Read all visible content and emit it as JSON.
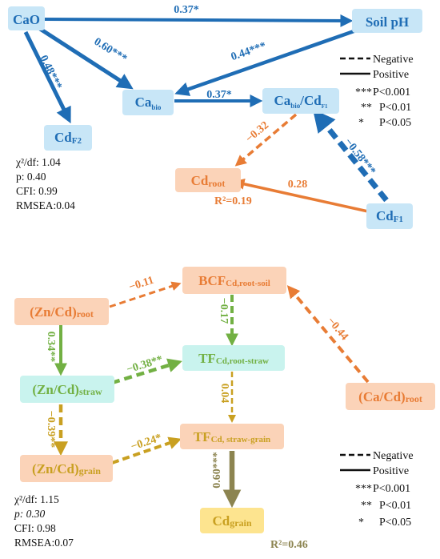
{
  "colors": {
    "blue": "#1f6db5",
    "blue_box": "#c8e6f7",
    "orange": "#e87c35",
    "orange_box": "#fbd3b8",
    "green": "#72b043",
    "cyan_box": "#c9f3ee",
    "gold": "#c9a021",
    "olive": "#8c8450",
    "yellow_box": "#fde48f",
    "text_dark": "#1a1a1a"
  },
  "top_panel": {
    "nodes": {
      "cao": "CaO",
      "soil_ph": "Soil pH",
      "cabio_base": "Ca",
      "cabio_sub": "bio",
      "ratio_ca": "Ca",
      "ratio_ca_sub": "bio",
      "ratio_slash": "/Cd",
      "ratio_cd_sub": "F1",
      "cdf2_base": "Cd",
      "cdf2_sub": "F2",
      "cdroot_base": "Cd",
      "cdroot_sub": "root",
      "cdf1_base": "Cd",
      "cdf1_sub": "F1"
    },
    "paths": {
      "cao_soilph": "0.37*",
      "cao_cabio": "0.60***",
      "cao_cdf2": "0.48***",
      "soilph_cabio": "0.44***",
      "cabio_ratio": "0.37*",
      "ratio_cdroot": "−0.32",
      "cdf1_ratio": "−0.58***",
      "cdf1_cdroot": "0.28"
    },
    "r2": "R²=0.19",
    "stats": [
      "χ²/df: 1.04",
      "p: 0.40",
      "CFI: 0.99",
      "RMSEA:0.04"
    ],
    "legend": {
      "negative": "Negative",
      "positive": "Positive",
      "sig": [
        {
          "stars": "***",
          "label": "P<0.001"
        },
        {
          "stars": "**",
          "label": "P<0.01"
        },
        {
          "stars": "*",
          "label": "P<0.05"
        }
      ]
    }
  },
  "bottom_panel": {
    "nodes": {
      "zncd_root": "(Zn/Cd)",
      "zncd_root_sub": "root",
      "bcf": "BCF",
      "bcf_sub": "Cd,root-soil",
      "tf_rs": "TF",
      "tf_rs_sub": "Cd,root-straw",
      "zncd_straw": "(Zn/Cd)",
      "zncd_straw_sub": "straw",
      "cacd_root": "(Ca/Cd)",
      "cacd_root_sub": "root",
      "zncd_grain": "(Zn/Cd)",
      "zncd_grain_sub": "grain",
      "tf_sg": "TF",
      "tf_sg_sub": "Cd, straw-grain",
      "cd_grain": "Cd",
      "cd_grain_sub": "grain"
    },
    "paths": {
      "zncdroot_bcf": "−0.11",
      "bcf_tfrs": "−0.17",
      "cacd_bcf": "−0.44",
      "zncdroot_straw": "0.34**",
      "straw_tfrs": "−0.38**",
      "tfrs_tfsg": "0.04",
      "straw_grain": "−0.39**",
      "grain_tfsg": "−0.24*",
      "tfsg_cdgrain": "0.60***"
    },
    "r2": "R²=0.46",
    "stats": [
      "χ²/df: 1.15",
      "p: 0.30",
      "CFI: 0.98",
      "RMSEA:0.07"
    ],
    "legend": {
      "negative": "Negative",
      "positive": "Positive",
      "sig": [
        {
          "stars": "***",
          "label": "P<0.001"
        },
        {
          "stars": "**",
          "label": "P<0.01"
        },
        {
          "stars": "*",
          "label": "P<0.05"
        }
      ]
    }
  }
}
